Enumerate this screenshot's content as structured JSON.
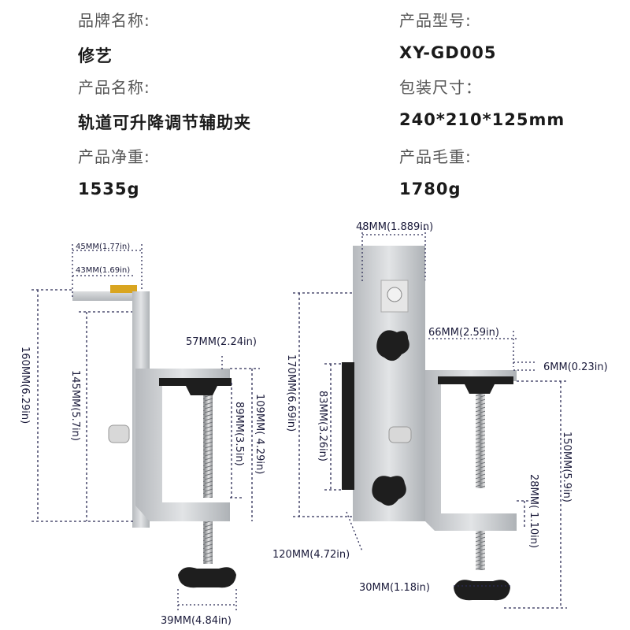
{
  "specs": {
    "brand_label": "品牌名称:",
    "brand_value": "修艺",
    "model_label": "产品型号:",
    "model_value": "XY-GD005",
    "name_label": "产品名称:",
    "name_value": "轨道可升降调节辅助夹",
    "package_label": "包装尺寸：",
    "package_value": "240*210*125mm",
    "net_weight_label": "产品净重:",
    "net_weight_value": "1535g",
    "gross_weight_label": "产品毛重:",
    "gross_weight_value": "1780g"
  },
  "dimensions": {
    "left": {
      "w45": "45MM(1.77in)",
      "w43": "43MM(1.69in)",
      "h160": "160MM(6.29in)",
      "h145": "145MM(5.7in)",
      "w57": "57MM(2.24in)",
      "h89": "89MM(3.5in)",
      "h109": "109MM( 4.29in)",
      "w39": "39MM(4.84in)"
    },
    "right": {
      "w48": "48MM(1.889in)",
      "h170": "170MM(6.69in)",
      "h83": "83MM(3.26in)",
      "w66": "66MM(2.59in)",
      "t6": "6MM(0.23in)",
      "h150": "150MM(5.9in)",
      "h28": "28MM( 1.10in)",
      "w120": "120MM(4.72in)",
      "w30": "30MM(1.18in)"
    }
  },
  "colors": {
    "metal": "#c9cccf",
    "metal_dark": "#a4a8ac",
    "knob": "#1e1e1e",
    "dim_line": "#2b2b55",
    "brass": "#d9a520"
  }
}
